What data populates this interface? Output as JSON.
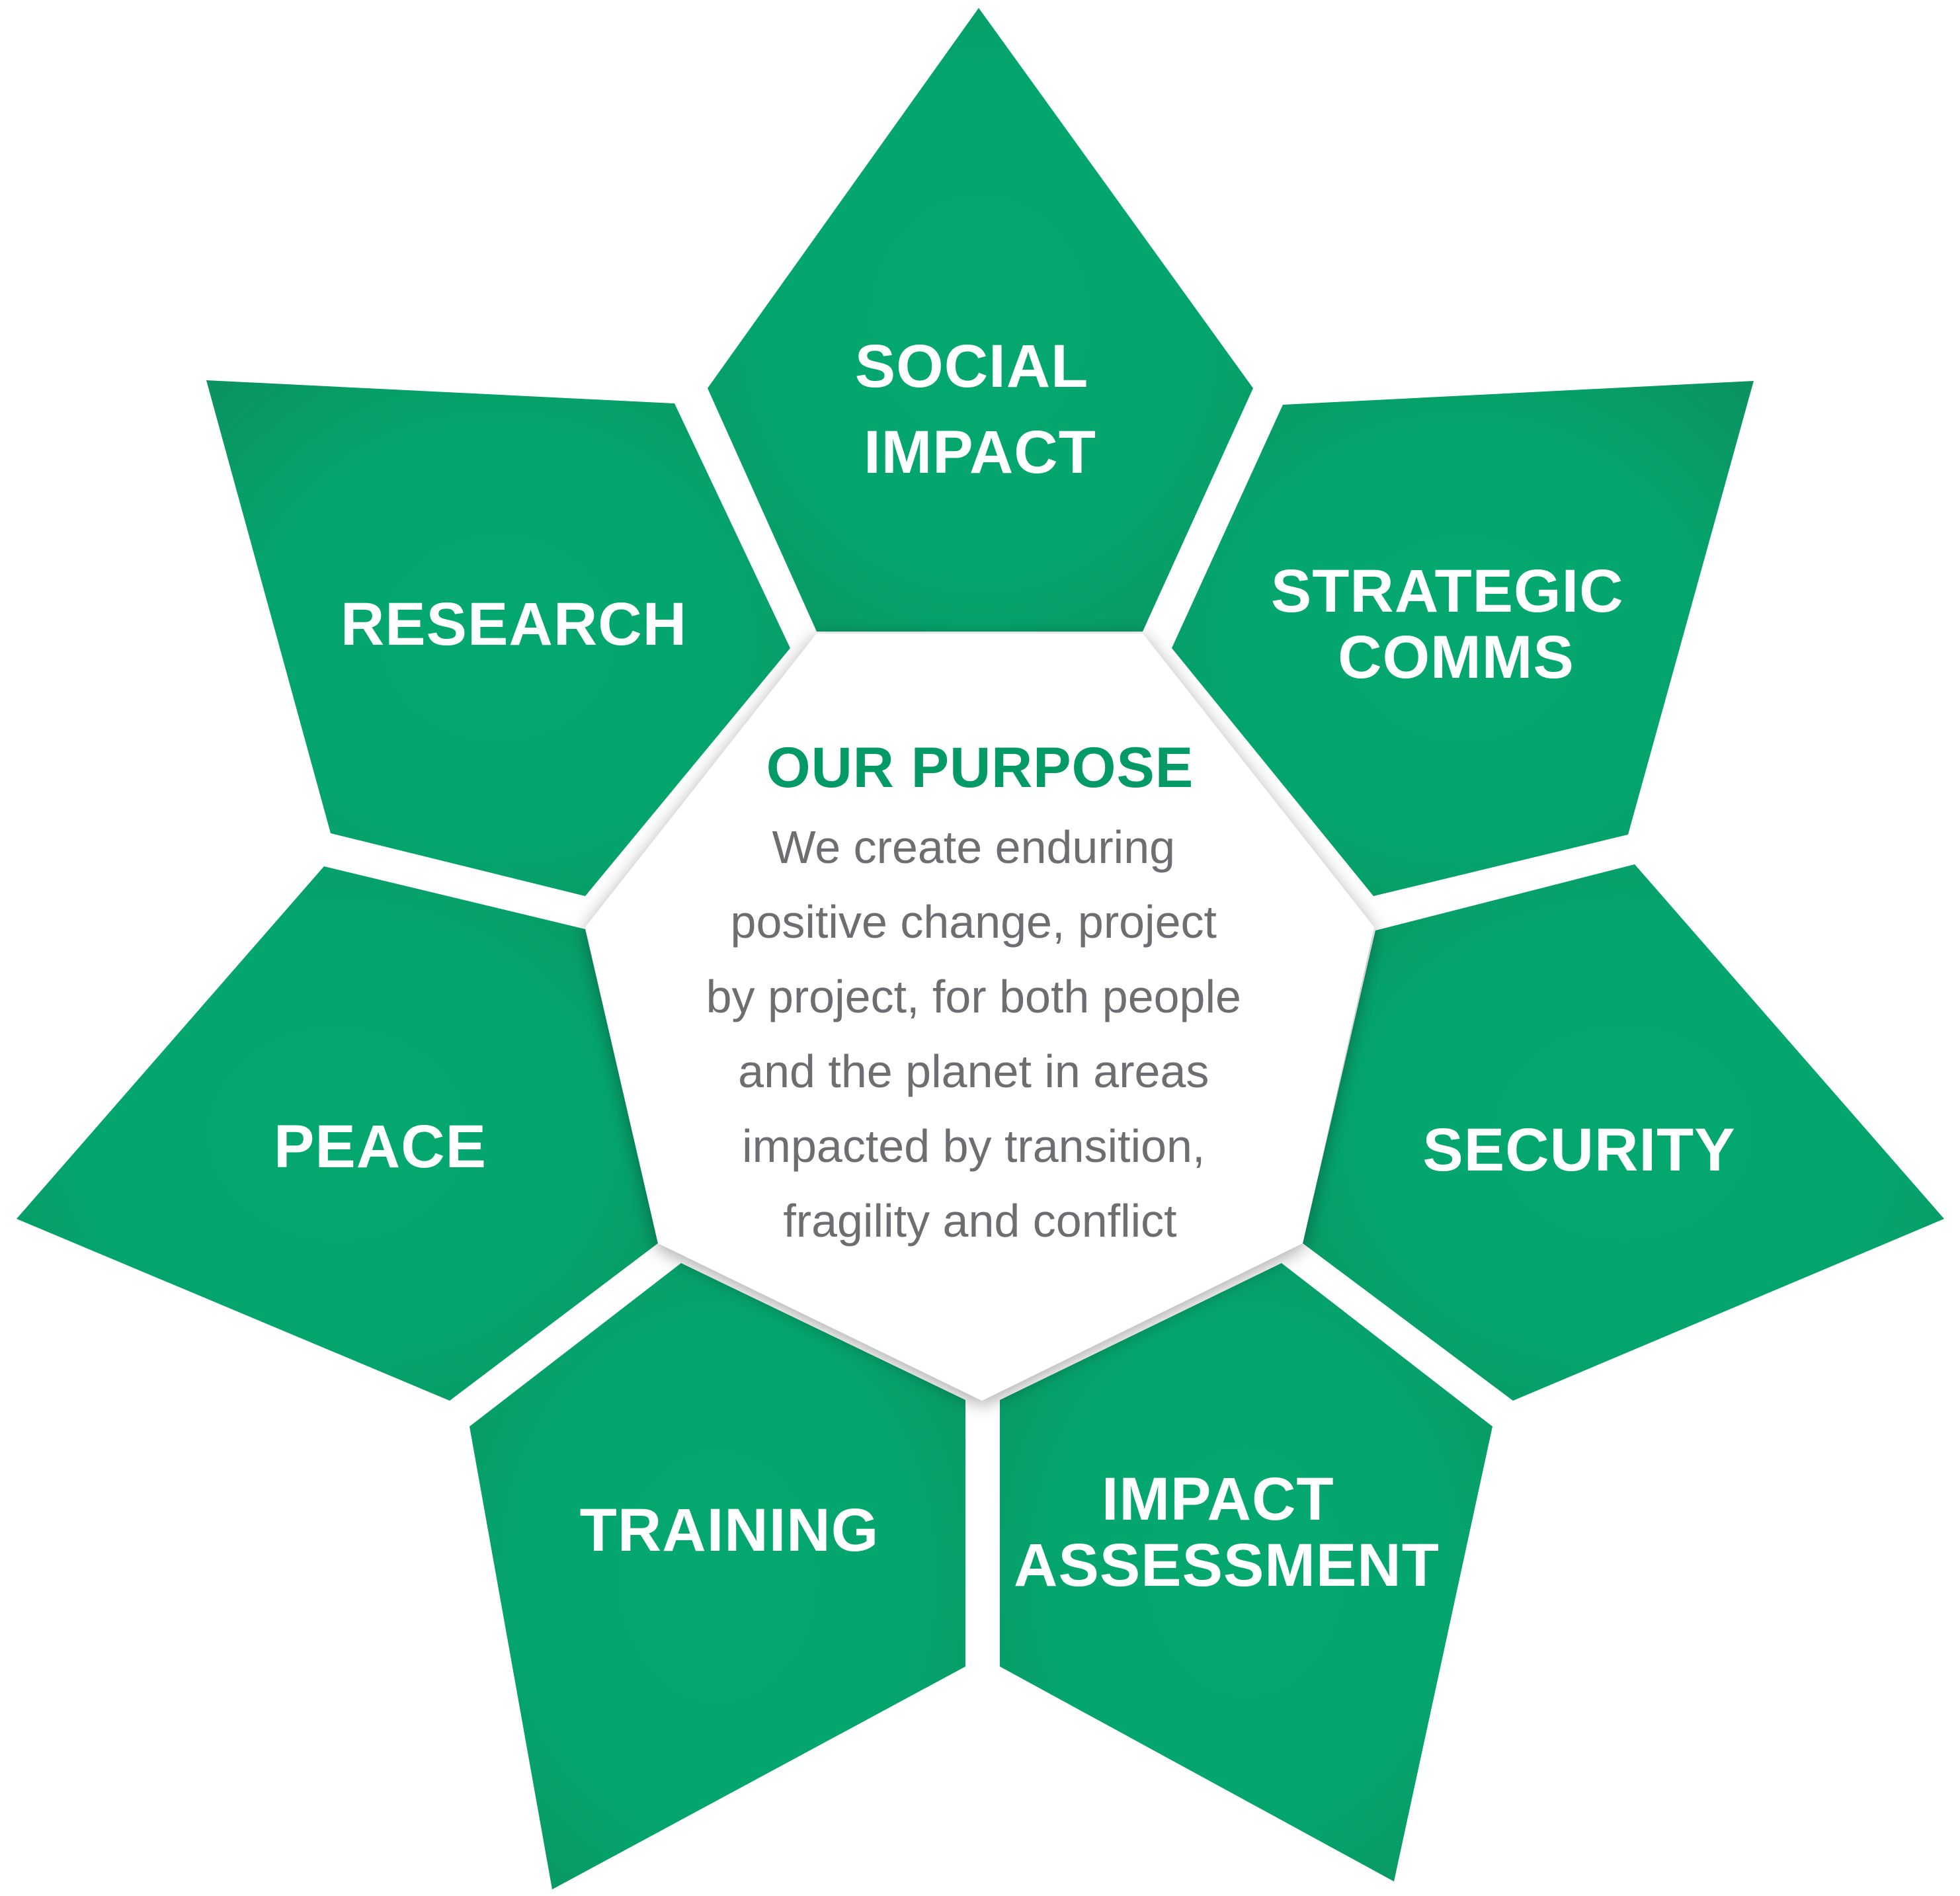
{
  "colors": {
    "petal_light": "#04a86f",
    "petal_dark": "#0d8f5d",
    "hub_title": "#049a66",
    "hub_text": "#6d6e71",
    "background": "#ffffff"
  },
  "petals": [
    {
      "id": "social-impact",
      "lines": [
        "SOCIAL",
        "IMPACT"
      ]
    },
    {
      "id": "strategic-comms",
      "lines": [
        "STRATEGIC",
        "COMMS"
      ]
    },
    {
      "id": "security",
      "lines": [
        "SECURITY"
      ]
    },
    {
      "id": "impact-assessment",
      "lines": [
        "IMPACT",
        "ASSESSMENT"
      ]
    },
    {
      "id": "training",
      "lines": [
        "TRAINING"
      ]
    },
    {
      "id": "peace",
      "lines": [
        "PEACE"
      ]
    },
    {
      "id": "research",
      "lines": [
        "RESEARCH"
      ]
    }
  ],
  "center": {
    "title": "OUR PURPOSE",
    "lines": [
      "We create enduring",
      "positive change, project",
      "by project, for both people",
      "and the planet in areas",
      "impacted by transition,",
      "fragility and conflict"
    ]
  }
}
